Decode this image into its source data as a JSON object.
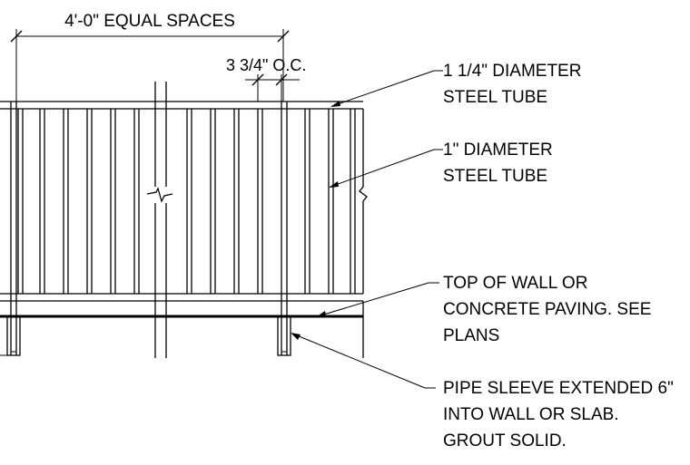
{
  "dimensions": {
    "overall_label": "4'-0\" EQUAL SPACES",
    "spacing_label": "3 3/4\" O.C."
  },
  "callouts": {
    "top_rail": {
      "line1": "1 1/4\" DIAMETER",
      "line2": "STEEL TUBE"
    },
    "picket": {
      "line1": "1\" DIAMETER",
      "line2": "STEEL TUBE"
    },
    "grade": {
      "line1": "TOP OF WALL OR",
      "line2": "CONCRETE PAVING. SEE",
      "line3": "PLANS"
    },
    "sleeve": {
      "line1": "PIPE SLEEVE EXTENDED 6\"",
      "line2": "INTO WALL OR SLAB.",
      "line3": "GROUT SOLID."
    }
  }
}
